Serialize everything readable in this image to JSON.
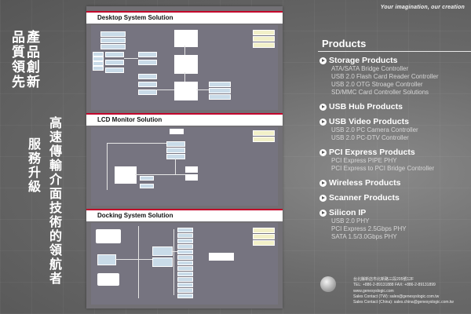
{
  "header": {
    "tagline": "Your imagination, our creation"
  },
  "slogans": {
    "col1": "產品創新",
    "col2": "品質領先",
    "col3": "服務升級",
    "col4": "高速傳輸介面技術的領航者"
  },
  "sections": [
    {
      "title": "Desktop System Solution"
    },
    {
      "title": "LCD Monitor Solution"
    },
    {
      "title": "Docking System Solution"
    }
  ],
  "products": {
    "title": "Products",
    "categories": [
      {
        "label": "Storage Products",
        "items": [
          "ATA/SATA Bridge Controller",
          "USB 2.0 Flash Card Reader Controller",
          "USB 2.0 OTG Stroage Controller",
          "SD/MMC Card Controller Solutions"
        ]
      },
      {
        "label": "USB Hub Products",
        "items": []
      },
      {
        "label": "USB Video Products",
        "items": [
          "USB 2.0 PC Camera Controller",
          "USB 2.0 PC-DTV Controller"
        ]
      },
      {
        "label": "PCI Express Products",
        "items": [
          "PCI Express PIPE PHY",
          "PCI Express to PCI Bridge Controller"
        ]
      },
      {
        "label": "Wireless Products",
        "items": []
      },
      {
        "label": "Scanner Products",
        "items": []
      },
      {
        "label": "Silicon IP",
        "items": [
          "USB 2.0 PHY",
          "PCI Express 2.5Gbps PHY",
          "SATA 1.5/3.0Gbps PHY"
        ]
      }
    ]
  },
  "footer": {
    "address": "台北縣新店市北新路三段205號12F",
    "tel_fax": "TEL: +886-2-89131888  FAX: +886-2-89131899",
    "website": "www.genesyslogic.com",
    "sales_tw": "Sales Contact (TW): sales@genesyslogic.com.tw",
    "sales_cn": "Sales Contact (China): sales.china@genesyslogic.com.tw"
  },
  "colors": {
    "accent_red": "#c2002a",
    "block_blue": "#c9dbe8",
    "block_yellow": "#f2f0c8"
  }
}
